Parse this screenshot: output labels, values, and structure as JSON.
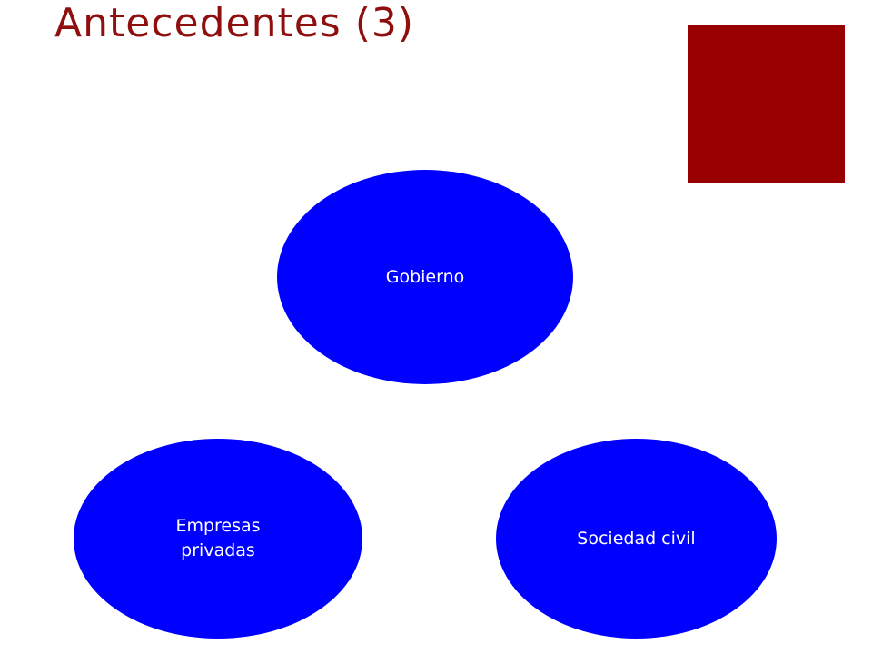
{
  "slide": {
    "title": "Antecedentes (3)"
  },
  "colors": {
    "title": "#8f0f0f",
    "accent_square": "#990000",
    "node_fill": "#0000ff",
    "node_text": "#ffffff",
    "background": "#ffffff"
  },
  "diagram": {
    "nodes": [
      {
        "id": "gobierno",
        "label": "Gobierno"
      },
      {
        "id": "empresas",
        "label": "Empresas\nprivadas"
      },
      {
        "id": "sociedad",
        "label": "Sociedad civil"
      }
    ]
  }
}
